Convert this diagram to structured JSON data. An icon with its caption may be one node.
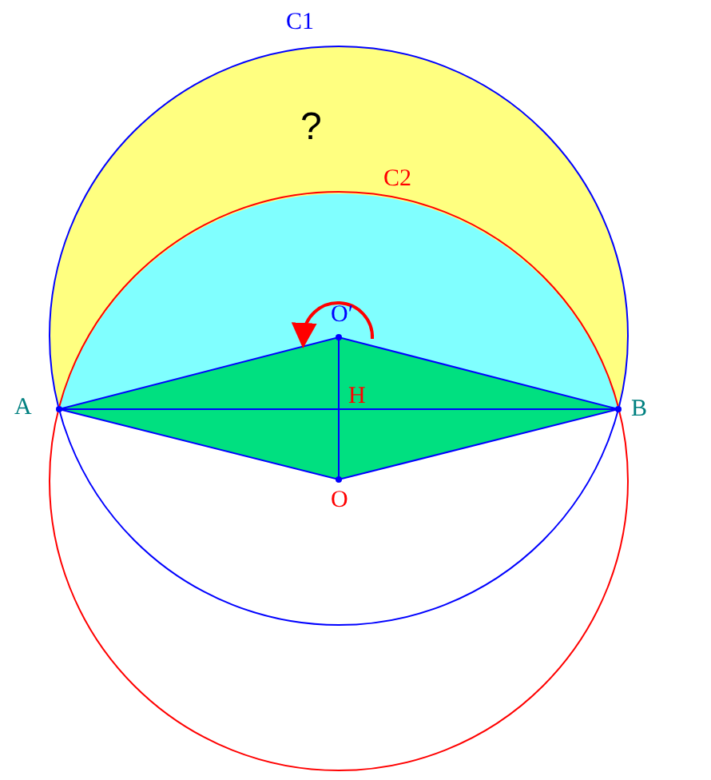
{
  "diagram": {
    "labels": [
      "C1",
      "?",
      "C2",
      "O′",
      "A",
      "H",
      "B",
      "O"
    ]
  }
}
